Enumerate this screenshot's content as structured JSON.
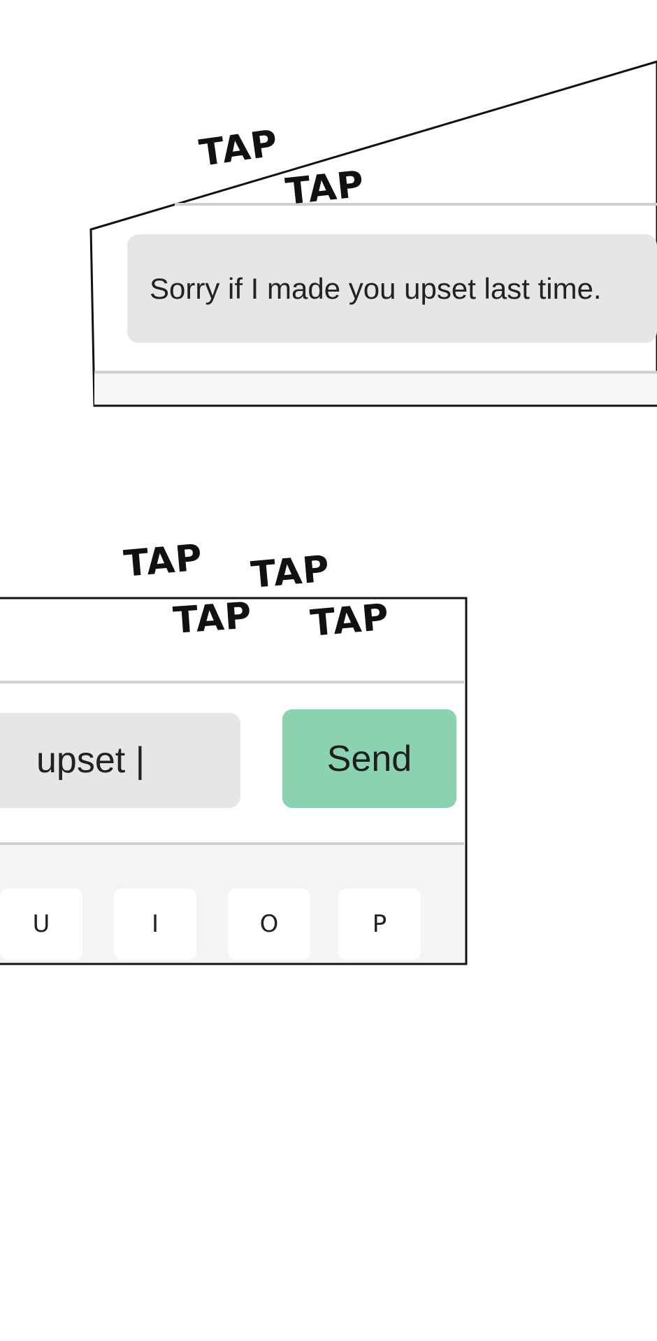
{
  "panel_top": {
    "sfx": [
      "TAP",
      "TAP"
    ],
    "message": "Sorry if I made you upset last time."
  },
  "panel_bottom": {
    "sfx": [
      "TAP",
      "TAP",
      "TAP",
      "TAP"
    ],
    "input_value": "upset |",
    "send_label": "Send",
    "keys": [
      "U",
      "I",
      "O",
      "P"
    ]
  }
}
